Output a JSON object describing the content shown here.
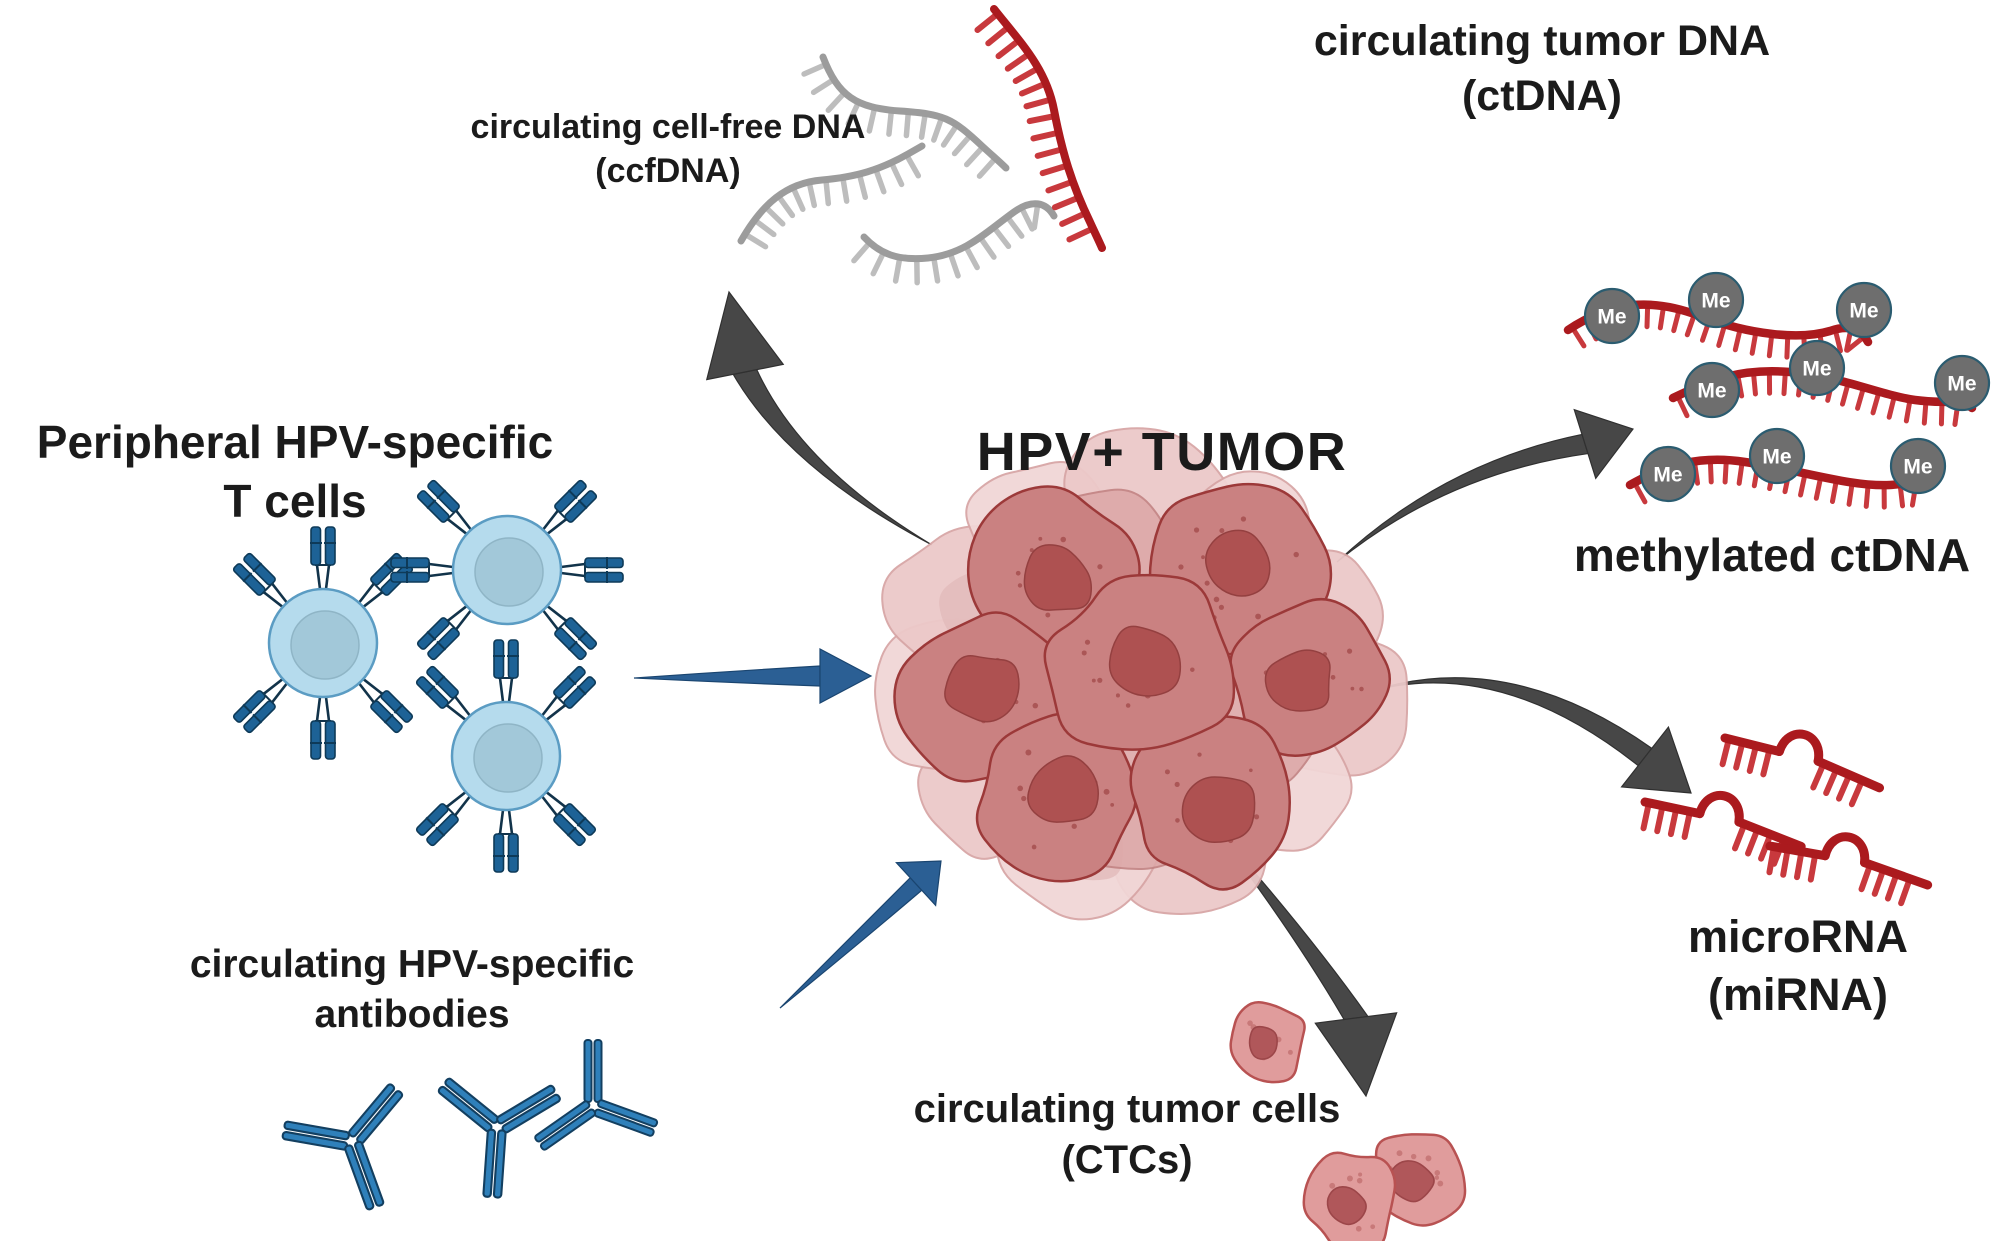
{
  "figure": {
    "tumor_label": "HPV+ TUMOR",
    "ccfdna": {
      "line1": "circulating cell-free DNA",
      "line2": "(ccfDNA)"
    },
    "ctdna": {
      "line1": "circulating tumor DNA",
      "line2": "(ctDNA)"
    },
    "methylated_ctdna": {
      "line1": "methylated ctDNA"
    },
    "mirna": {
      "line1": "microRNA",
      "line2": "(miRNA)"
    },
    "ctcs": {
      "line1": "circulating tumor cells",
      "line2": "(CTCs)"
    },
    "tcells": {
      "line1": "Peripheral HPV-specific",
      "line2": "T cells"
    },
    "antibodies": {
      "line1": "circulating HPV-specific",
      "line2": "antibodies"
    },
    "me_badge": "Me"
  },
  "colors": {
    "background": "#ffffff",
    "text": "#1b1b1b",
    "gray_dna": "#9c9c9c",
    "gray_dna_teeth": "#bdbdbd",
    "red_dna": "#ab1a1e",
    "red_dna_teeth": "#c8393d",
    "me_fill": "#6e6e6e",
    "me_border": "#2b5c70",
    "me_text": "#ffffff",
    "arrow_gray": "#474747",
    "arrow_blue": "#2b5f94",
    "arrow_blue_edge": "#1a4570",
    "tcell_body": "#b5dbed",
    "tcell_body_edge": "#5b9cc3",
    "tcell_nucleus": "#a2c8d9",
    "tcell_receptor": "#1d6296",
    "tcell_receptor_edge": "#0e3a58",
    "antibody": "#2f80ba",
    "antibody_edge": "#133f60",
    "tumor_cell_dark": "#ca8181",
    "tumor_cell_dark_edge": "#9c3939",
    "tumor_cell_light": "#f1d6d6",
    "tumor_cell_light2": "#ecc9c9",
    "tumor_cell_light_edge": "#d7a6a6",
    "tumor_cell_mid": "#dda8a8",
    "tumor_cell_mid_edge": "#c28383",
    "tumor_nucleus": "#ae5151",
    "tumor_nucleus_edge": "#944040",
    "tumor_speckle": "#a24b4b",
    "ctc_cell": "#e09c9c",
    "ctc_cell_edge": "#b85252",
    "ctc_nucleus": "#b0575a",
    "ctc_nucleus_edge": "#9c4649"
  }
}
